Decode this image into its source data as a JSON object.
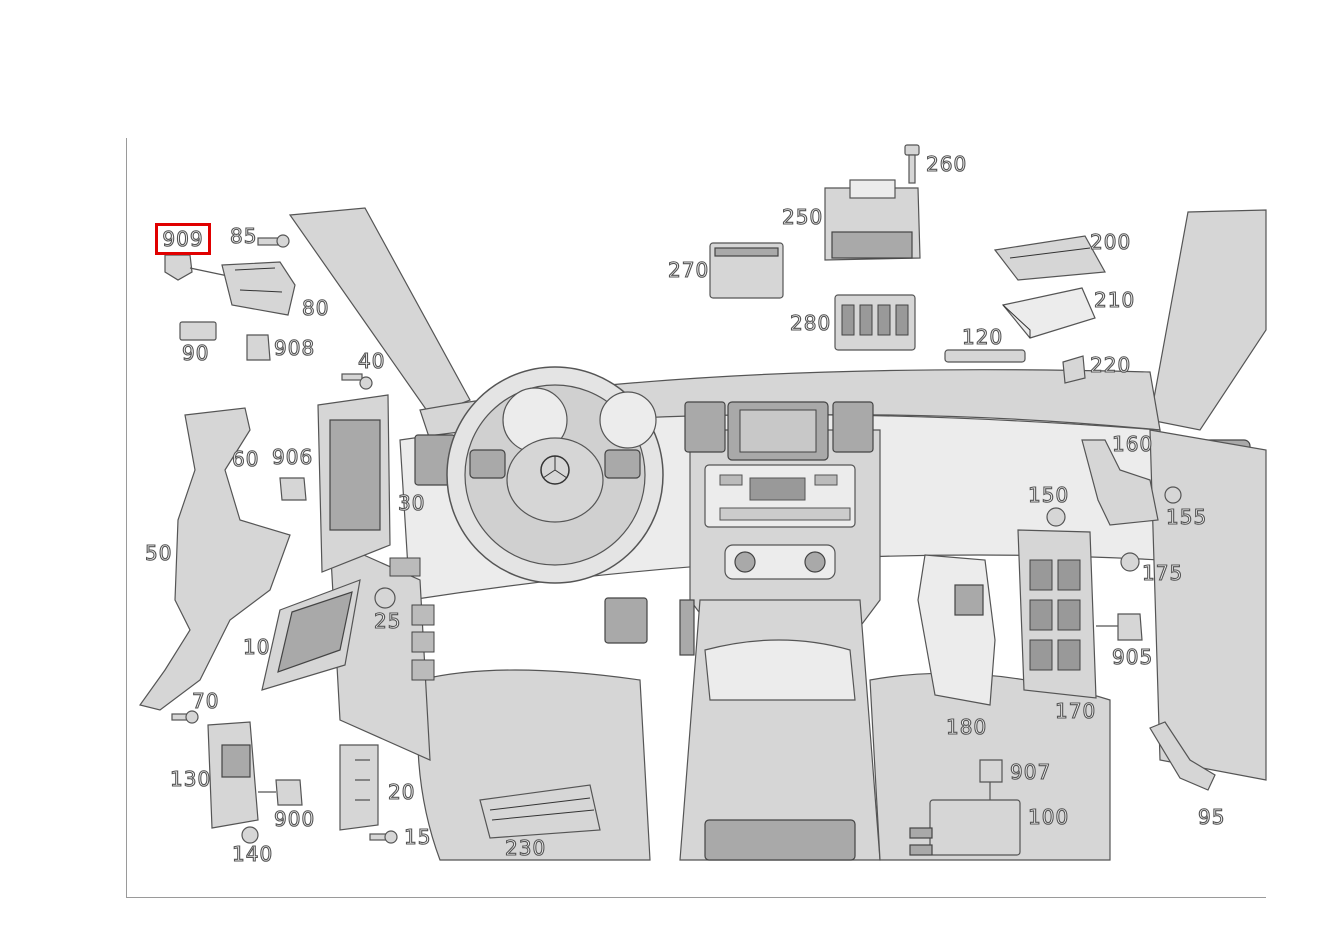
{
  "diagram": {
    "selected_label": "909",
    "highlight_color": "#e00000",
    "line_color": "#555555",
    "body_fill": "#d6d6d6",
    "body_dark": "#a9a9a9"
  },
  "labels": {
    "l909": "909",
    "l85": "85",
    "l80": "80",
    "l90": "90",
    "l908": "908",
    "l40": "40",
    "l60": "60",
    "l906": "906",
    "l30": "30",
    "l50": "50",
    "l10": "10",
    "l25": "25",
    "l70": "70",
    "l130": "130",
    "l900": "900",
    "l140": "140",
    "l20": "20",
    "l15": "15",
    "l230": "230",
    "l260": "260",
    "l250": "250",
    "l270": "270",
    "l280": "280",
    "l200": "200",
    "l210": "210",
    "l120": "120",
    "l220": "220",
    "l160": "160",
    "l150": "150",
    "l155": "155",
    "l175": "175",
    "l905": "905",
    "l180": "180",
    "l170": "170",
    "l907": "907",
    "l100": "100",
    "l95": "95"
  }
}
